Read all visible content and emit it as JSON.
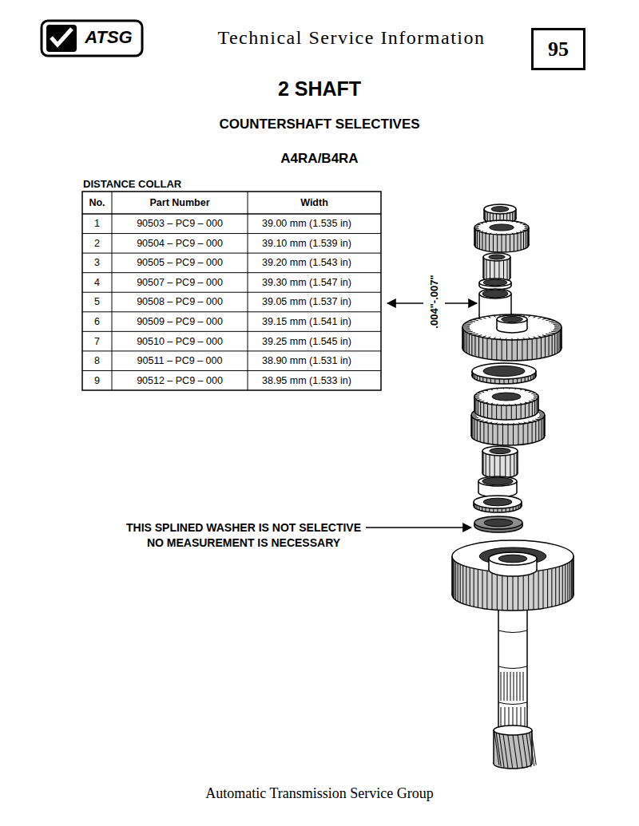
{
  "diagram": {
    "title": "2 SHAFT",
    "nodes": [
      {
        "text": [
          "95"
        ]
      }
    ],
    "labels": [
      "Technical Service Information",
      "ATSG",
      "COUNTERSHAFT SELECTIVES",
      "A4RA/B4RA",
      "DISTANCE COLLAR",
      "No.",
      "Part Number",
      "Width",
      "1",
      "90503 – PC9 – 000",
      "39.00 mm (1.535 in)",
      "2",
      "90504 – PC9 – 000",
      "39.10 mm (1.539 in)",
      "3",
      "90505 – PC9 – 000",
      "39.20 mm (1.543 in)",
      "4",
      "90507 – PC9 – 000",
      "39.30 mm (1.547 in)",
      "5",
      "90508 – PC9 – 000",
      "39.05 mm (1.537 in)",
      "6",
      "90509 – PC9 – 000",
      "39.15 mm (1.541 in)",
      "7",
      "90510 – PC9 – 000",
      "39.25 mm (1.545 in)",
      "8",
      "90511 – PC9 – 000",
      "38.90 mm (1.531 in)",
      "9",
      "90512 – PC9 – 000",
      "38.95 mm (1.533 in)",
      ".004\"-.007\"",
      "THIS SPLINED WASHER IS NOT SELECTIVE NO MEASUREMENT IS NECESSARY",
      "Automatic Transmission Service Group"
    ]
  }
}
